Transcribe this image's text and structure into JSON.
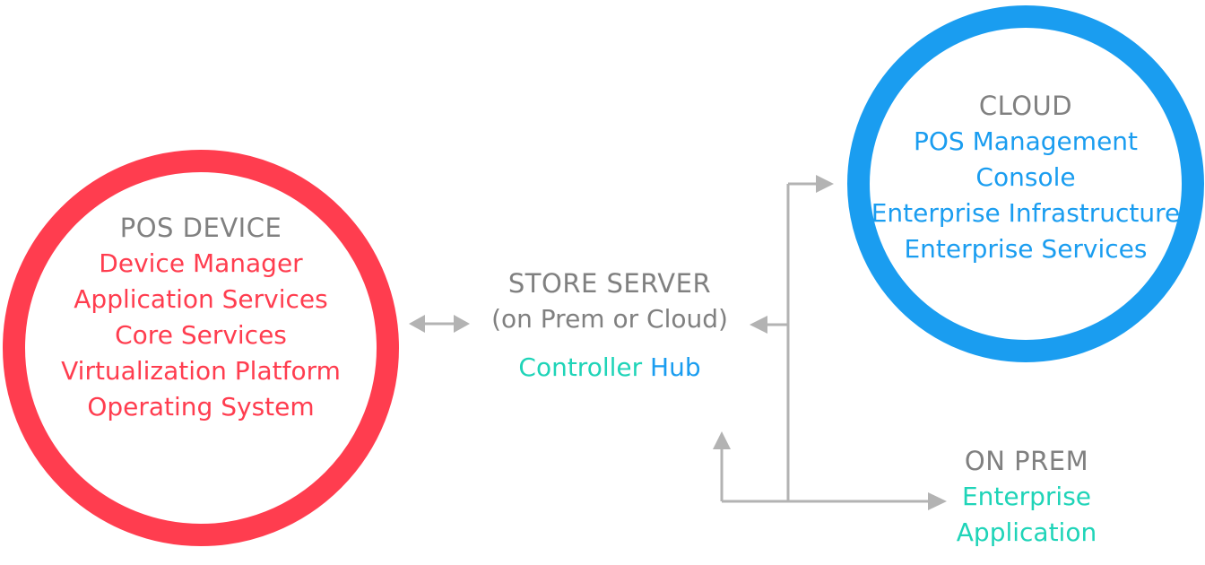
{
  "pos_device": {
    "heading": "POS DEVICE",
    "lines": [
      "Device Manager",
      "Application Services",
      "Core Services",
      "Virtualization Platform",
      "Operating System"
    ]
  },
  "store_server": {
    "heading": "STORE SERVER",
    "subheading": "(on Prem or Cloud)",
    "controller_word": "Controller",
    "hub_word": "Hub"
  },
  "cloud": {
    "heading": "CLOUD",
    "lines": [
      "POS Management",
      "Console",
      "Enterprise Infrastructure",
      "Enterprise Services"
    ]
  },
  "on_prem": {
    "heading": "ON PREM",
    "lines": [
      "Enterprise",
      "Application"
    ]
  },
  "colors": {
    "pos": "#ff3d4f",
    "cloud": "#1a9df0",
    "teal": "#1fd4b8",
    "gray_text": "#808080",
    "connector": "#b3b3b3"
  }
}
